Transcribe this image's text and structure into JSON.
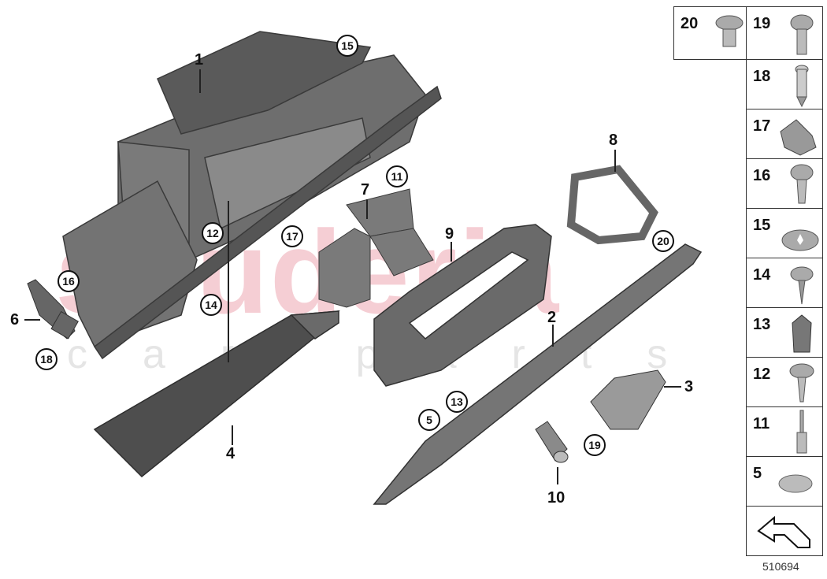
{
  "diagram": {
    "type": "exploded-parts-diagram",
    "document_number": "510694",
    "watermark": {
      "main": "souderia",
      "sub": "car parts"
    },
    "callouts": [
      {
        "label": "1",
        "style": "plain"
      },
      {
        "label": "2",
        "style": "plain"
      },
      {
        "label": "3",
        "style": "plain"
      },
      {
        "label": "4",
        "style": "plain"
      },
      {
        "label": "5",
        "style": "circled"
      },
      {
        "label": "6",
        "style": "plain"
      },
      {
        "label": "7",
        "style": "plain"
      },
      {
        "label": "8",
        "style": "plain"
      },
      {
        "label": "9",
        "style": "plain"
      },
      {
        "label": "10",
        "style": "plain"
      },
      {
        "label": "11",
        "style": "circled"
      },
      {
        "label": "12",
        "style": "circled"
      },
      {
        "label": "13",
        "style": "circled"
      },
      {
        "label": "14",
        "style": "circled"
      },
      {
        "label": "15",
        "style": "circled"
      },
      {
        "label": "16",
        "style": "circled"
      },
      {
        "label": "17",
        "style": "circled"
      },
      {
        "label": "18",
        "style": "circled"
      },
      {
        "label": "19",
        "style": "circled"
      },
      {
        "label": "20",
        "style": "circled"
      }
    ],
    "legend": [
      {
        "label": "20",
        "icon": "flat-head-torx-screw-icon"
      },
      {
        "label": "19",
        "icon": "torx-screw-icon"
      },
      {
        "label": "18",
        "icon": "expanding-rivet-icon"
      },
      {
        "label": "17",
        "icon": "clip-nut-icon"
      },
      {
        "label": "16",
        "icon": "self-tapping-screw-icon"
      },
      {
        "label": "15",
        "icon": "speed-nut-washer-icon"
      },
      {
        "label": "14",
        "icon": "tapping-screw-icon"
      },
      {
        "label": "13",
        "icon": "cable-clip-icon"
      },
      {
        "label": "12",
        "icon": "flange-screw-icon"
      },
      {
        "label": "11",
        "icon": "blind-rivet-icon"
      },
      {
        "label": "5",
        "icon": "cap-icon"
      },
      {
        "label": "",
        "icon": "direction-arrow-icon"
      }
    ]
  }
}
